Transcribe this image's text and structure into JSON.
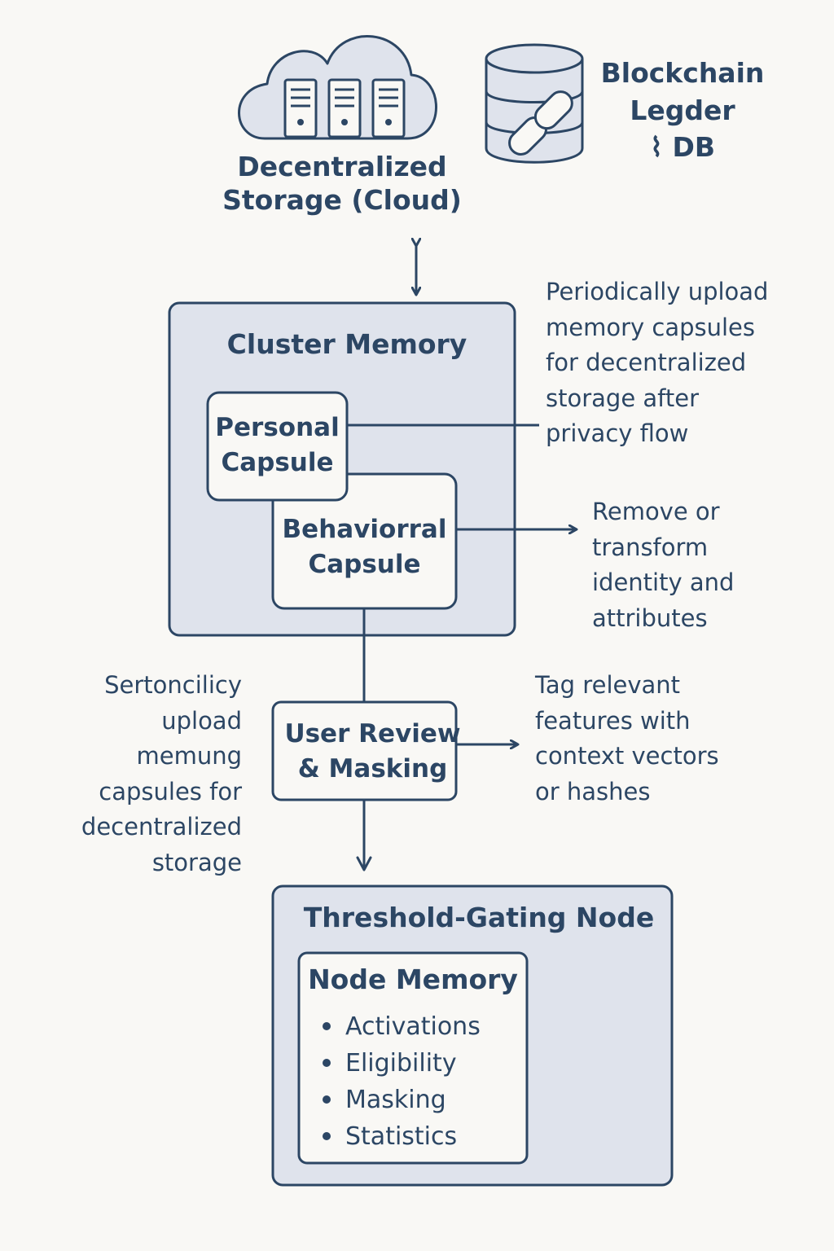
{
  "storage": {
    "label": "Decentralized\nStorage (Cloud)",
    "icon": "cloud-server-icon"
  },
  "ledger": {
    "label": "Blockchain\nLegder\n⌇ DB",
    "icon": "database-chain-icon"
  },
  "cluster": {
    "title": "Cluster Memory"
  },
  "personal_capsule": {
    "label": "Personal\nCapsule"
  },
  "behavioral_capsule": {
    "label": "Behaviorral\nCapsule"
  },
  "review": {
    "label": "User Review\n& Masking"
  },
  "gating": {
    "title": "Threshold-Gating Node"
  },
  "node_memory": {
    "title": "Node Memory",
    "items": [
      "Activations",
      "Eligibility",
      "Masking",
      "Statistics"
    ]
  },
  "notes": {
    "upload": "Periodically upload\nmemory capsules\nfor decentralized\nstorage after\nprivacy flow",
    "remove": "Remove or\ntransform\nidentity and\nattributes",
    "tag": "Tag relevant\nfeatures with\ncontext vectors\nor hashes",
    "left": "Sertoncilicy\nupload\nmemung\ncapsules for\ndecentralized\nstorage"
  },
  "colors": {
    "stroke": "#2c4664",
    "panel": "#dfe3ec",
    "box": "#f9f8f5",
    "bg": "#f9f8f5"
  }
}
